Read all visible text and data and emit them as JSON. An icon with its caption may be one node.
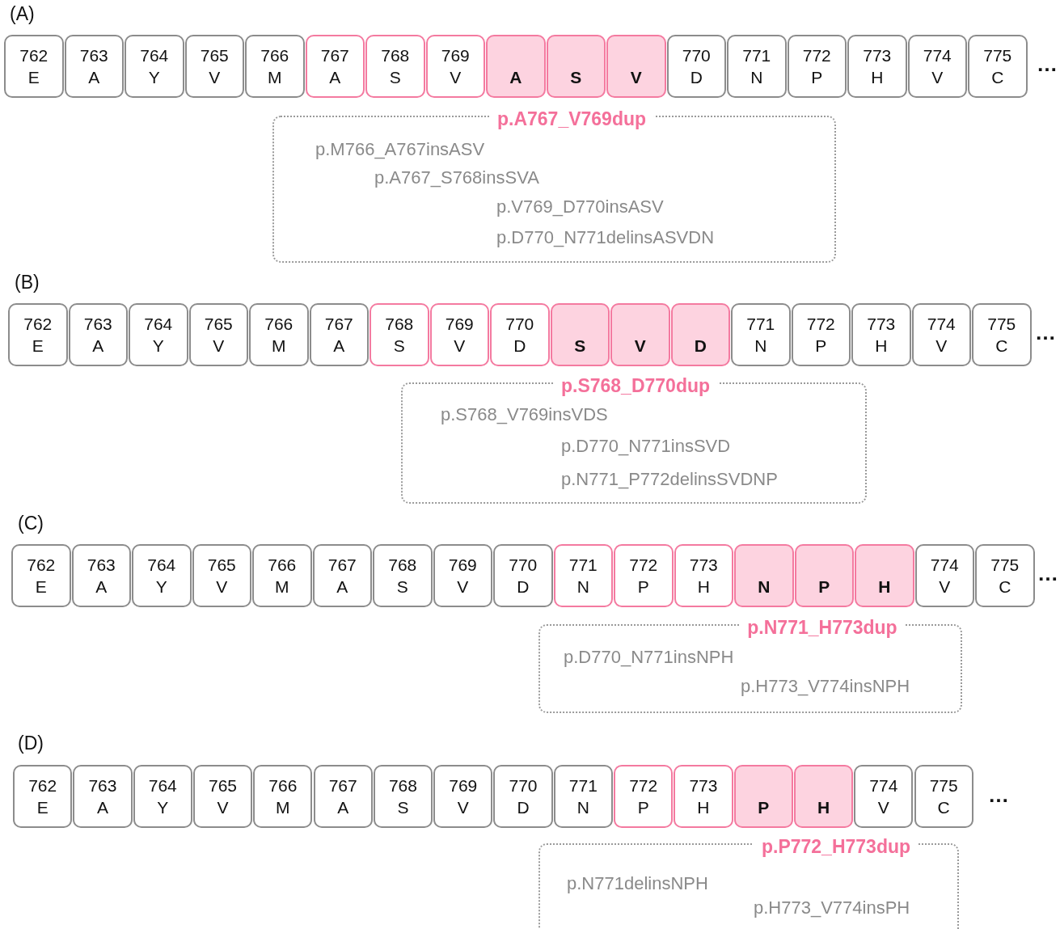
{
  "diagram": {
    "nodes": [
      {
        "text": [
          "762",
          "E"
        ]
      },
      {
        "text": [
          "763",
          "A"
        ]
      },
      {
        "text": [
          "764",
          "Y"
        ]
      },
      {
        "text": [
          "765",
          "V"
        ]
      },
      {
        "text": [
          "766",
          "M"
        ]
      },
      {
        "text": [
          "767",
          "A"
        ]
      },
      {
        "text": [
          "768",
          "S"
        ]
      },
      {
        "text": [
          "769",
          "V"
        ]
      },
      {
        "text": [
          "A"
        ]
      },
      {
        "text": [
          "S"
        ]
      },
      {
        "text": [
          "V"
        ]
      },
      {
        "text": [
          "770",
          "D"
        ]
      },
      {
        "text": [
          "771",
          "N"
        ]
      },
      {
        "text": [
          "772",
          "P"
        ]
      },
      {
        "text": [
          "773",
          "H"
        ]
      },
      {
        "text": [
          "774",
          "V"
        ]
      },
      {
        "text": [
          "775",
          "C"
        ]
      },
      {
        "text": [
          "p.A767_V769dup",
          "p.M766_A767insASV",
          "p.A767_S768insSVA",
          "p.V769_D770insASV",
          "p.D770_N771delinsASVDN"
        ]
      },
      {
        "text": [
          "762",
          "E"
        ]
      },
      {
        "text": [
          "763",
          "A"
        ]
      },
      {
        "text": [
          "764",
          "Y"
        ]
      },
      {
        "text": [
          "765",
          "V"
        ]
      },
      {
        "text": [
          "766",
          "M"
        ]
      },
      {
        "text": [
          "767",
          "A"
        ]
      },
      {
        "text": [
          "768",
          "S"
        ]
      },
      {
        "text": [
          "769",
          "V"
        ]
      },
      {
        "text": [
          "770",
          "D"
        ]
      },
      {
        "text": [
          "S"
        ]
      },
      {
        "text": [
          "V"
        ]
      },
      {
        "text": [
          "D"
        ]
      },
      {
        "text": [
          "771",
          "N"
        ]
      },
      {
        "text": [
          "772",
          "P"
        ]
      },
      {
        "text": [
          "773",
          "H"
        ]
      },
      {
        "text": [
          "774",
          "V"
        ]
      },
      {
        "text": [
          "775",
          "C"
        ]
      },
      {
        "text": [
          "p.S768_D770dup",
          "p.S768_V769insVDS",
          "p.D770_N771insSVD",
          "p.N771_P772delinsSVDNP"
        ]
      },
      {
        "text": [
          "762",
          "E"
        ]
      },
      {
        "text": [
          "763",
          "A"
        ]
      },
      {
        "text": [
          "764",
          "Y"
        ]
      },
      {
        "text": [
          "765",
          "V"
        ]
      },
      {
        "text": [
          "766",
          "M"
        ]
      },
      {
        "text": [
          "767",
          "A"
        ]
      },
      {
        "text": [
          "768",
          "S"
        ]
      },
      {
        "text": [
          "769",
          "V"
        ]
      },
      {
        "text": [
          "770",
          "D"
        ]
      },
      {
        "text": [
          "771",
          "N"
        ]
      },
      {
        "text": [
          "772",
          "P"
        ]
      },
      {
        "text": [
          "773",
          "H"
        ]
      },
      {
        "text": [
          "N"
        ]
      },
      {
        "text": [
          "P"
        ]
      },
      {
        "text": [
          "H"
        ]
      },
      {
        "text": [
          "774",
          "V"
        ]
      },
      {
        "text": [
          "775",
          "C"
        ]
      },
      {
        "text": [
          "p.N771_H773dup",
          "p.D770_N771insNPH",
          "p.H773_V774insNPH"
        ]
      },
      {
        "text": [
          "762",
          "E"
        ]
      },
      {
        "text": [
          "763",
          "A"
        ]
      },
      {
        "text": [
          "764",
          "Y"
        ]
      },
      {
        "text": [
          "765",
          "V"
        ]
      },
      {
        "text": [
          "766",
          "M"
        ]
      },
      {
        "text": [
          "767",
          "A"
        ]
      },
      {
        "text": [
          "768",
          "S"
        ]
      },
      {
        "text": [
          "769",
          "V"
        ]
      },
      {
        "text": [
          "770",
          "D"
        ]
      },
      {
        "text": [
          "771",
          "N"
        ]
      },
      {
        "text": [
          "772",
          "P"
        ]
      },
      {
        "text": [
          "773",
          "H"
        ]
      },
      {
        "text": [
          "P"
        ]
      },
      {
        "text": [
          "H"
        ]
      },
      {
        "text": [
          "774",
          "V"
        ]
      },
      {
        "text": [
          "775",
          "C"
        ]
      },
      {
        "text": [
          "p.P772_H773dup",
          "p.N771delinsNPH",
          "p.H773_V774insPH"
        ]
      }
    ],
    "labels": [
      "(A)",
      "…",
      "(B)",
      "…",
      "(C)",
      "…",
      "(D)",
      "…"
    ]
  }
}
